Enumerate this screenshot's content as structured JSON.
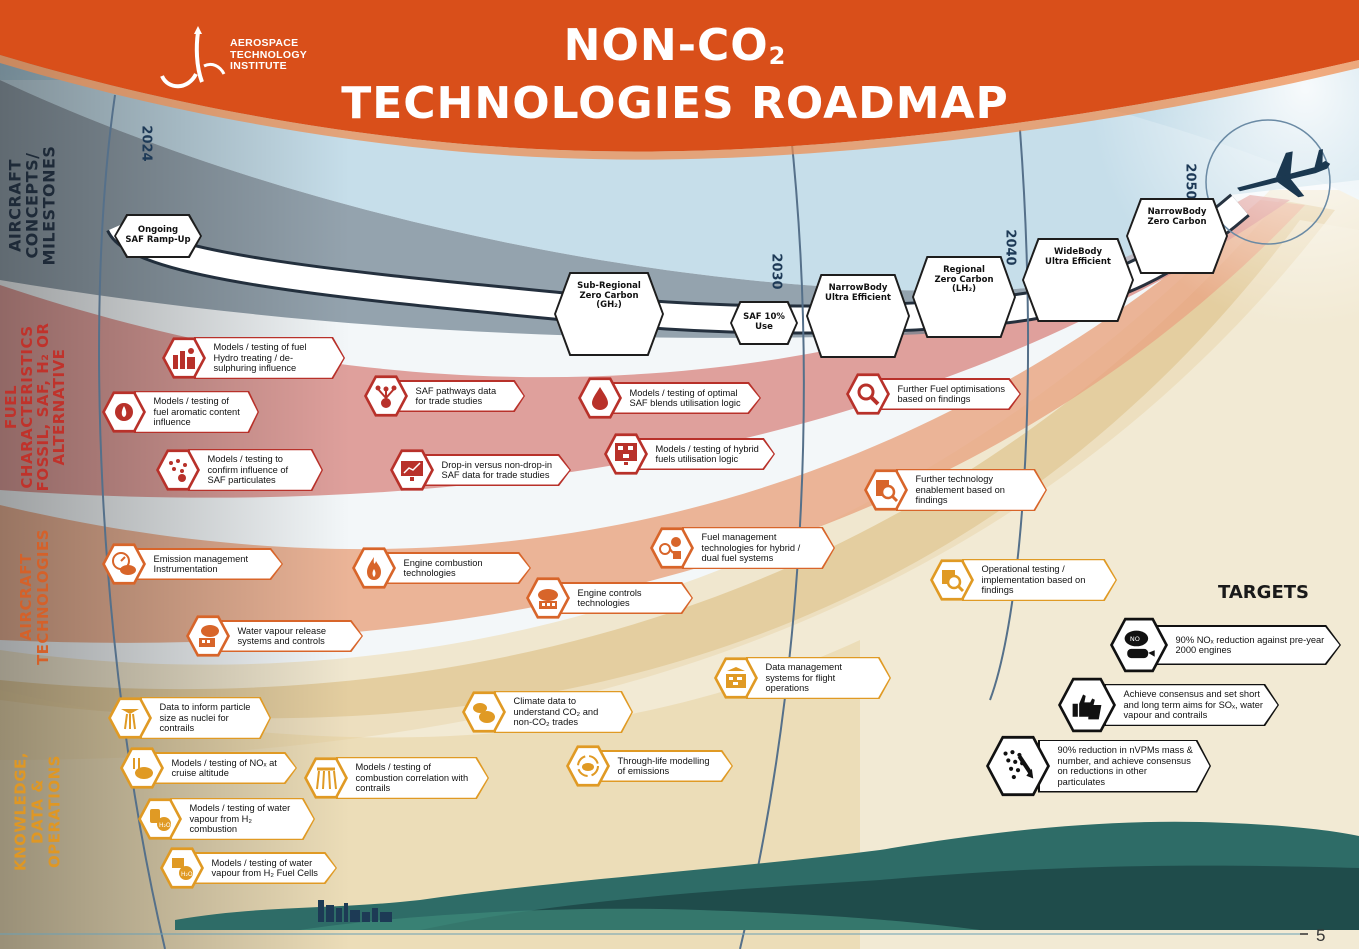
{
  "title": {
    "line1_prefix": "NON-CO",
    "line1_sub": "2",
    "line2": "TECHNOLOGIES ROADMAP"
  },
  "logo": {
    "line1": "AEROSPACE",
    "line2": "TECHNOLOGY",
    "line3": "INSTITUTE"
  },
  "rows": [
    {
      "id": "concepts",
      "label": "AIRCRAFT\nCONCEPTS/\nMILESTONES",
      "color": "#1e2a38"
    },
    {
      "id": "fuel",
      "label": "FUEL\nCHARACTERISTICS\nFOSSIL, SAF, H₂ OR\nALTERNATIVE",
      "color": "#c0322b"
    },
    {
      "id": "aircraft",
      "label": "AIRCRAFT\nTECHNOLOGIES",
      "color": "#d4612a"
    },
    {
      "id": "knowledge",
      "label": "KNOWLEDGE,\nDATA &\nOPERATIONS",
      "color": "#df9724"
    }
  ],
  "years": [
    "2024",
    "2030",
    "2040",
    "2050"
  ],
  "milestones": [
    {
      "line1": "Ongoing",
      "line2": "SAF Ramp-Up",
      "line3": ""
    },
    {
      "line1": "Sub-Regional",
      "line2": "Zero Carbon",
      "line3": "(GH₂)"
    },
    {
      "line1": "SAF 10%",
      "line2": "Use",
      "line3": ""
    },
    {
      "line1": "NarrowBody",
      "line2": "Ultra Efficient",
      "line3": ""
    },
    {
      "line1": "Regional",
      "line2": "Zero Carbon",
      "line3": "(LH₂)"
    },
    {
      "line1": "WideBody",
      "line2": "Ultra Efficient",
      "line3": ""
    },
    {
      "line1": "NarrowBody",
      "line2": "Zero Carbon",
      "line3": ""
    }
  ],
  "fuel_items": [
    {
      "text": "Models / testing of fuel Hydro treating / de-sulphuring influence",
      "icon": "refinery-icon"
    },
    {
      "text": "Models / testing of fuel aromatic content influence",
      "icon": "molecule-drop-icon"
    },
    {
      "text": "Models / testing to confirm influence of SAF particulates",
      "icon": "particulates-icon"
    },
    {
      "text": "SAF pathways data for trade studies",
      "icon": "pathways-icon"
    },
    {
      "text": "Drop-in versus non-drop-in SAF data for trade studies",
      "icon": "chart-screen-icon"
    },
    {
      "text": "Models / testing of optimal SAF blends utilisation logic",
      "icon": "saf-drop-icon"
    },
    {
      "text": "Models / testing of hybrid fuels utilisation logic",
      "icon": "flowchart-icon"
    },
    {
      "text": "Further Fuel optimisations based on findings",
      "icon": "magnifier-icon"
    },
    {
      "text": "Further technology enablement based on findings",
      "icon": "magnifier-doc-icon"
    }
  ],
  "aircraft_items": [
    {
      "text": "Emission management Instrumentation",
      "icon": "gauge-cloud-icon"
    },
    {
      "text": "Engine combustion technologies",
      "icon": "flame-icon"
    },
    {
      "text": "Fuel management technologies for hybrid / dual fuel systems",
      "icon": "fuel-system-icon"
    },
    {
      "text": "Engine controls technologies",
      "icon": "engine-icon"
    },
    {
      "text": "Water vapour release systems and controls",
      "icon": "vapour-icon"
    },
    {
      "text": "Operational testing / implementation based on findings",
      "icon": "magnifier-hand-icon"
    }
  ],
  "knowledge_items": [
    {
      "text": "Data to inform particle size as nuclei for contrails",
      "icon": "contrail-icon"
    },
    {
      "text": "Models / testing of NOₓ at cruise altitude",
      "icon": "nox-cloud-icon"
    },
    {
      "text": "Models / testing of water vapour from H₂ combustion",
      "icon": "h2o-tank-icon"
    },
    {
      "text": "Models / testing of water vapour from H₂ Fuel Cells",
      "icon": "h2o-cell-icon"
    },
    {
      "text": "Models / testing of combustion correlation with contrails",
      "icon": "contrails-multi-icon"
    },
    {
      "text": "Climate data to understand CO₂ and non-CO₂ trades",
      "icon": "co2-clouds-icon"
    },
    {
      "text": "Through-life modelling of emissions",
      "icon": "cycle-cloud-icon"
    },
    {
      "text": "Data management systems for flight operations",
      "icon": "data-plane-icon"
    }
  ],
  "targets": {
    "title": "TARGETS",
    "items": [
      {
        "text": "90% NOₓ reduction against pre-year 2000 engines",
        "icon": "nox-engine-icon"
      },
      {
        "text": "Achieve consensus and set short and long term aims for SOₓ, water vapour and contrails",
        "icon": "thumbs-up-icon"
      },
      {
        "text": "90% reduction in nVPMs mass & number, and achieve consensus on reductions in other particulates",
        "icon": "particles-down-icon"
      }
    ]
  },
  "page_number": "5"
}
